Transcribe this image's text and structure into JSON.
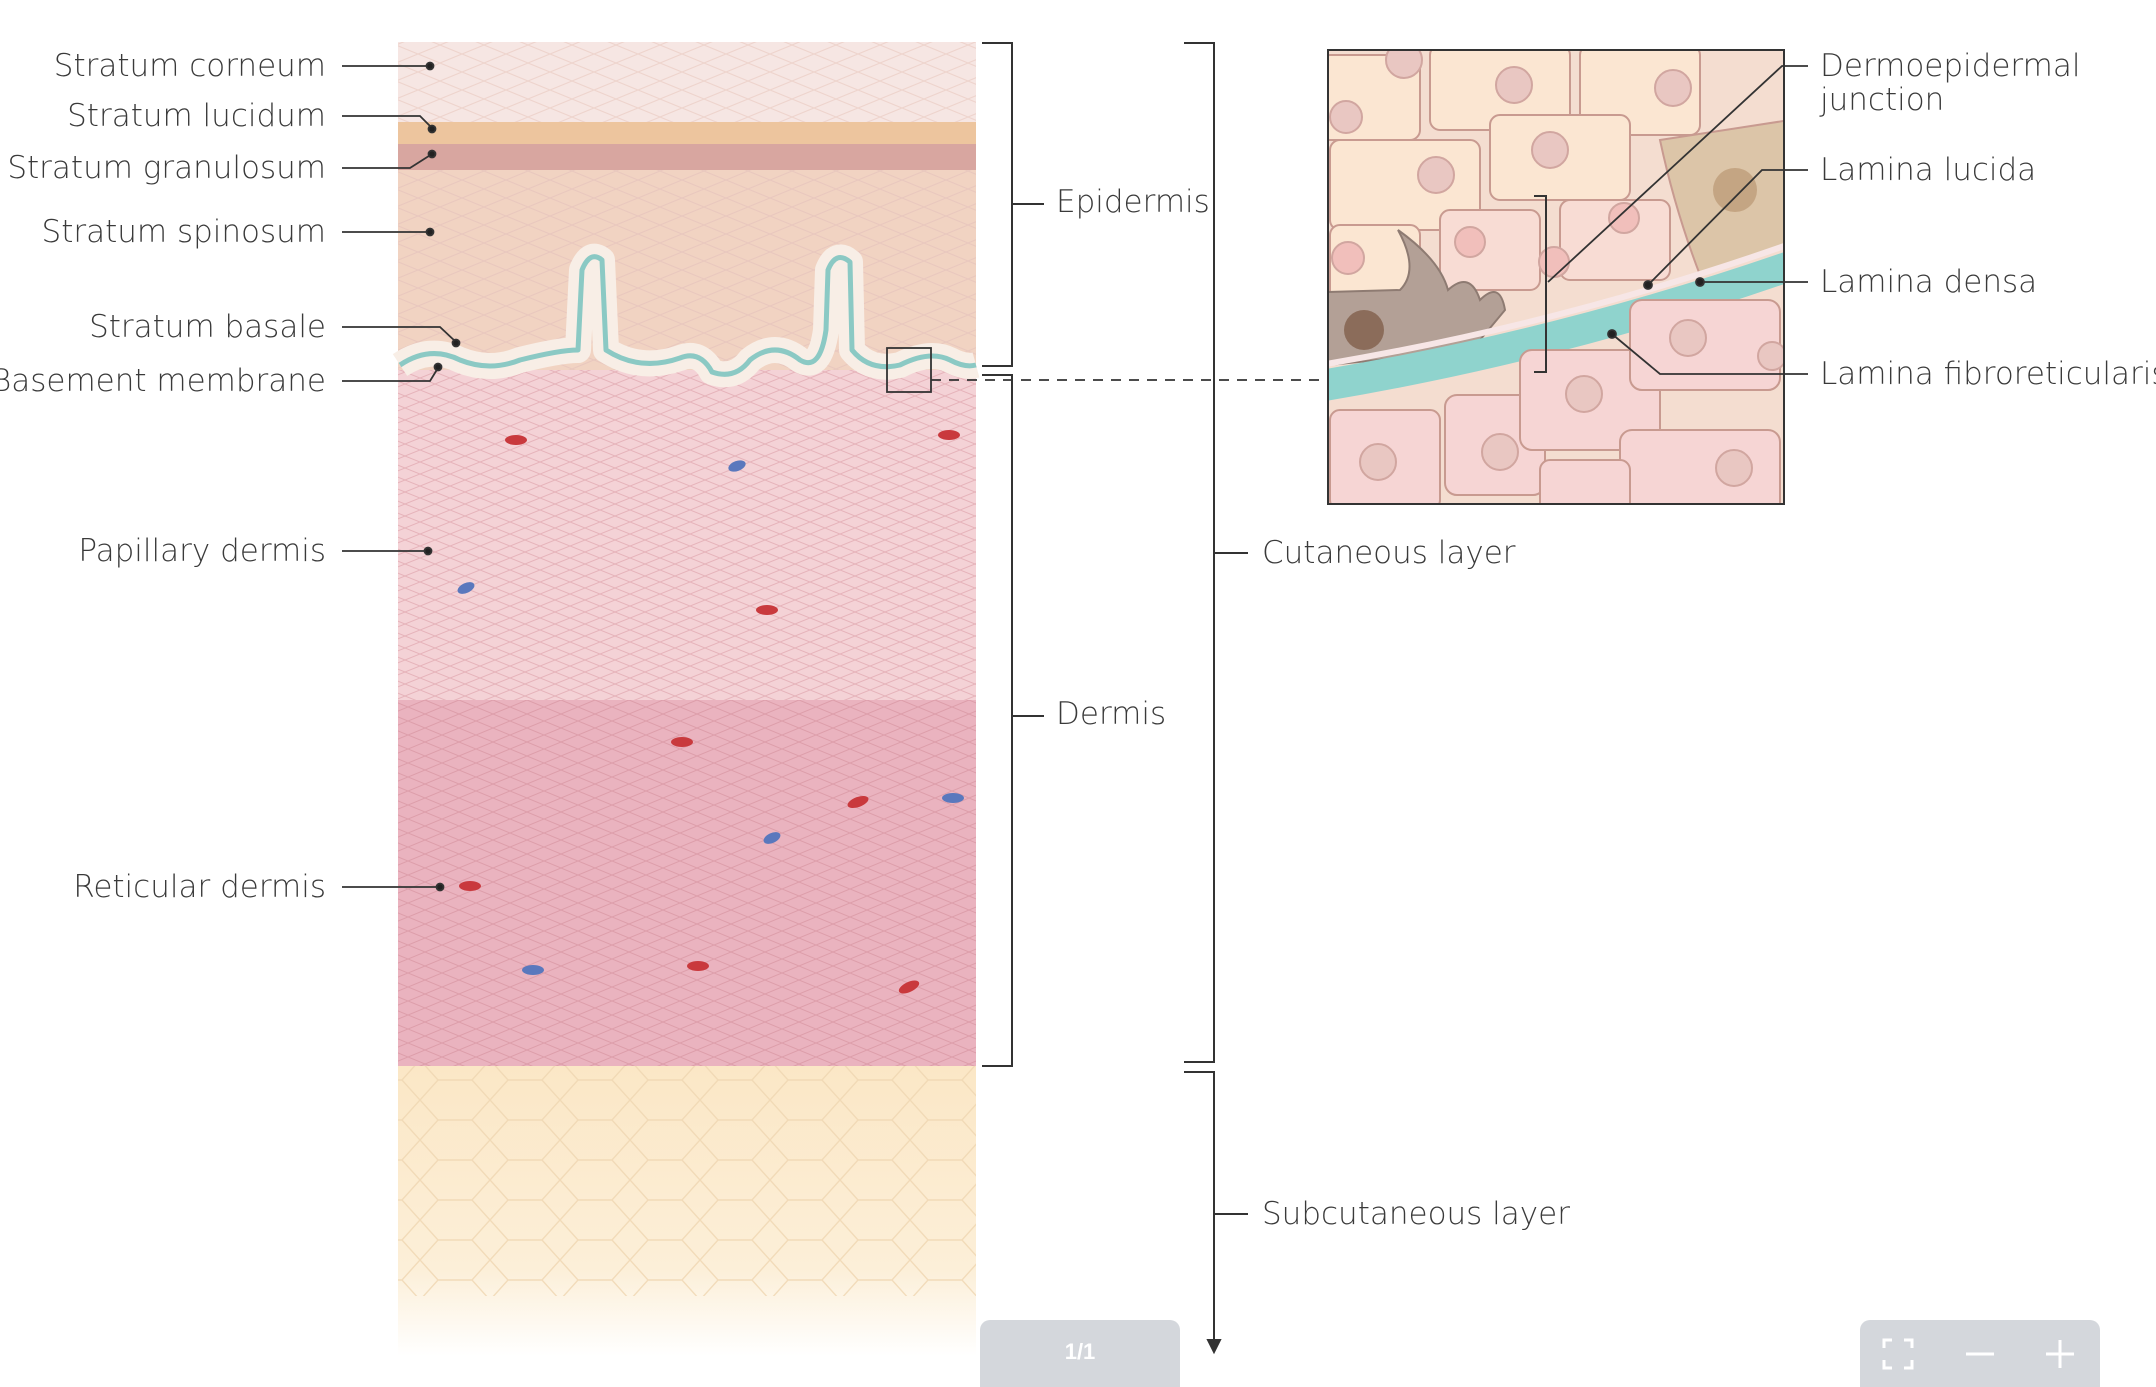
{
  "diagram": {
    "layers_left": [
      {
        "id": "stratum-corneum",
        "text": "Stratum corneum"
      },
      {
        "id": "stratum-lucidum",
        "text": "Stratum lucidum"
      },
      {
        "id": "stratum-granulosum",
        "text": "Stratum granulosum"
      },
      {
        "id": "stratum-spinosum",
        "text": "Stratum spinosum"
      },
      {
        "id": "stratum-basale",
        "text": "Stratum basale"
      },
      {
        "id": "basement-membrane",
        "text": "Basement membrane"
      },
      {
        "id": "papillary-dermis",
        "text": "Papillary dermis"
      },
      {
        "id": "reticular-dermis",
        "text": "Reticular dermis"
      }
    ],
    "brackets": {
      "epidermis": "Epidermis",
      "dermis": "Dermis",
      "cutaneous": "Cutaneous layer",
      "subcutaneous": "Subcutaneous layer"
    },
    "inset_labels": {
      "dej_line1": "Dermoepidermal",
      "dej_line2": "junction",
      "lamina_lucida": "Lamina lucida",
      "lamina_densa": "Lamina densa",
      "lamina_fibroreticularis": "Lamina fibroreticularis"
    },
    "colors": {
      "epidermis": "#f6e0d6",
      "lucidum": "#eec79f",
      "granulosum": "#d9a7a2",
      "papillary": "#f3cfd2",
      "reticular": "#ecb6c0",
      "subcutaneous": "#fbe9cb",
      "membrane": "#8fd3cd",
      "vessel_red": "#c9393d",
      "vessel_blue": "#5a78bd"
    }
  },
  "controls": {
    "page_indicator": "1/1",
    "fullscreen_icon": "fullscreen-icon",
    "zoom_out_icon": "zoom-out-icon",
    "zoom_in_icon": "zoom-in-icon"
  }
}
